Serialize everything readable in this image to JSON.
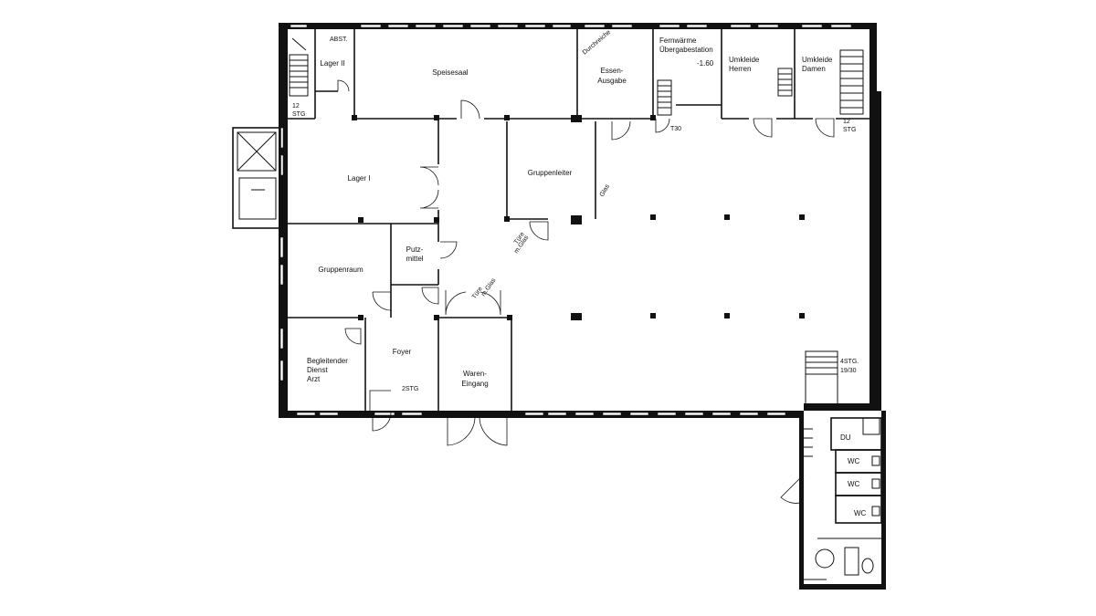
{
  "rooms": {
    "speisesaal": "Speisesaal",
    "lager2": "Lager II",
    "abst": "ABST.",
    "durchreiche": "Durchreiche",
    "essen1": "Essen-",
    "essen2": "Ausgabe",
    "fern1": "Fernwärme",
    "fern2": "Übergabestation",
    "level": "-1.60",
    "herren1": "Umkleide",
    "herren2": "Herren",
    "damen1": "Umkleide",
    "damen2": "Damen",
    "lager1": "Lager I",
    "gruppenleiter": "Gruppenleiter",
    "glas": "Glas",
    "tuere1a": "Türe",
    "tuere1b": "m.Glas",
    "putz1": "Putz-",
    "putz2": "mittel",
    "gruppenraum": "Gruppenraum",
    "tuere2a": "Türe",
    "tuere2b": "m.Glas",
    "begl1": "Begleitender",
    "begl2": "Dienst",
    "begl3": "Arzt",
    "foyer": "Foyer",
    "waren1": "Waren-",
    "waren2": "Eingang",
    "du": "DU",
    "wc1": "WC",
    "wc2": "WC",
    "wc3": "WC"
  },
  "stairs": {
    "stg12_left_a": "12",
    "stg12_left_b": "STG",
    "stg12_right_a": "12",
    "stg12_right_b": "STG",
    "stg2": "2STG",
    "stg4_a": "4STG.",
    "stg4_b": "19/30",
    "t30": "T30"
  }
}
